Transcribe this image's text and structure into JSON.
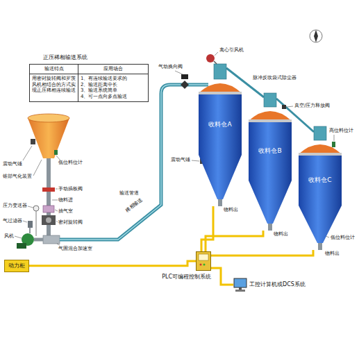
{
  "diagram": {
    "title": "正压稀相输送系统",
    "nodes": [
      {
        "text": [
          "收料仓A"
        ]
      },
      {
        "text": [
          "收料仓B"
        ]
      },
      {
        "text": [
          "收料仓C"
        ]
      },
      {
        "text": [
          "动力柜"
        ]
      },
      {
        "text": [
          "PLC可编程控制系统"
        ]
      },
      {
        "text": [
          "工控计算机或DCS系统"
        ]
      }
    ],
    "edges": [
      {
        "from": 3,
        "to": 4,
        "arrow": "none"
      },
      {
        "from": 4,
        "to": 5,
        "arrow": "none"
      },
      {
        "from": 4,
        "to": 0,
        "arrow": "none"
      },
      {
        "from": 4,
        "to": 1,
        "arrow": "none"
      },
      {
        "from": 4,
        "to": 2,
        "arrow": "none"
      }
    ],
    "labels": [
      "输送特点",
      "应用场合",
      "用密封旋转阀和罗茨风机相结合的方式实现正压稀相连续输送",
      "1、有连续输送要求的",
      "2、输送距离中长",
      "3、输送系统简单",
      "4、可一点向多点输送",
      "震动气锤",
      "低位料位计",
      "锥部气化装置",
      "手动插板阀",
      "物料进",
      "压力变送器",
      "抽气室",
      "气过滤器",
      "密封旋转阀",
      "风机",
      "气固混合加速室",
      "输送管道",
      "稀相输送",
      "气动换向阀",
      "离心引风机",
      "脉冲反吹袋式除尘器",
      "真空/压力释放阀",
      "高位料位计",
      "震动气锤",
      "物料出",
      "物料出",
      "物料出",
      "低位料位计"
    ]
  }
}
